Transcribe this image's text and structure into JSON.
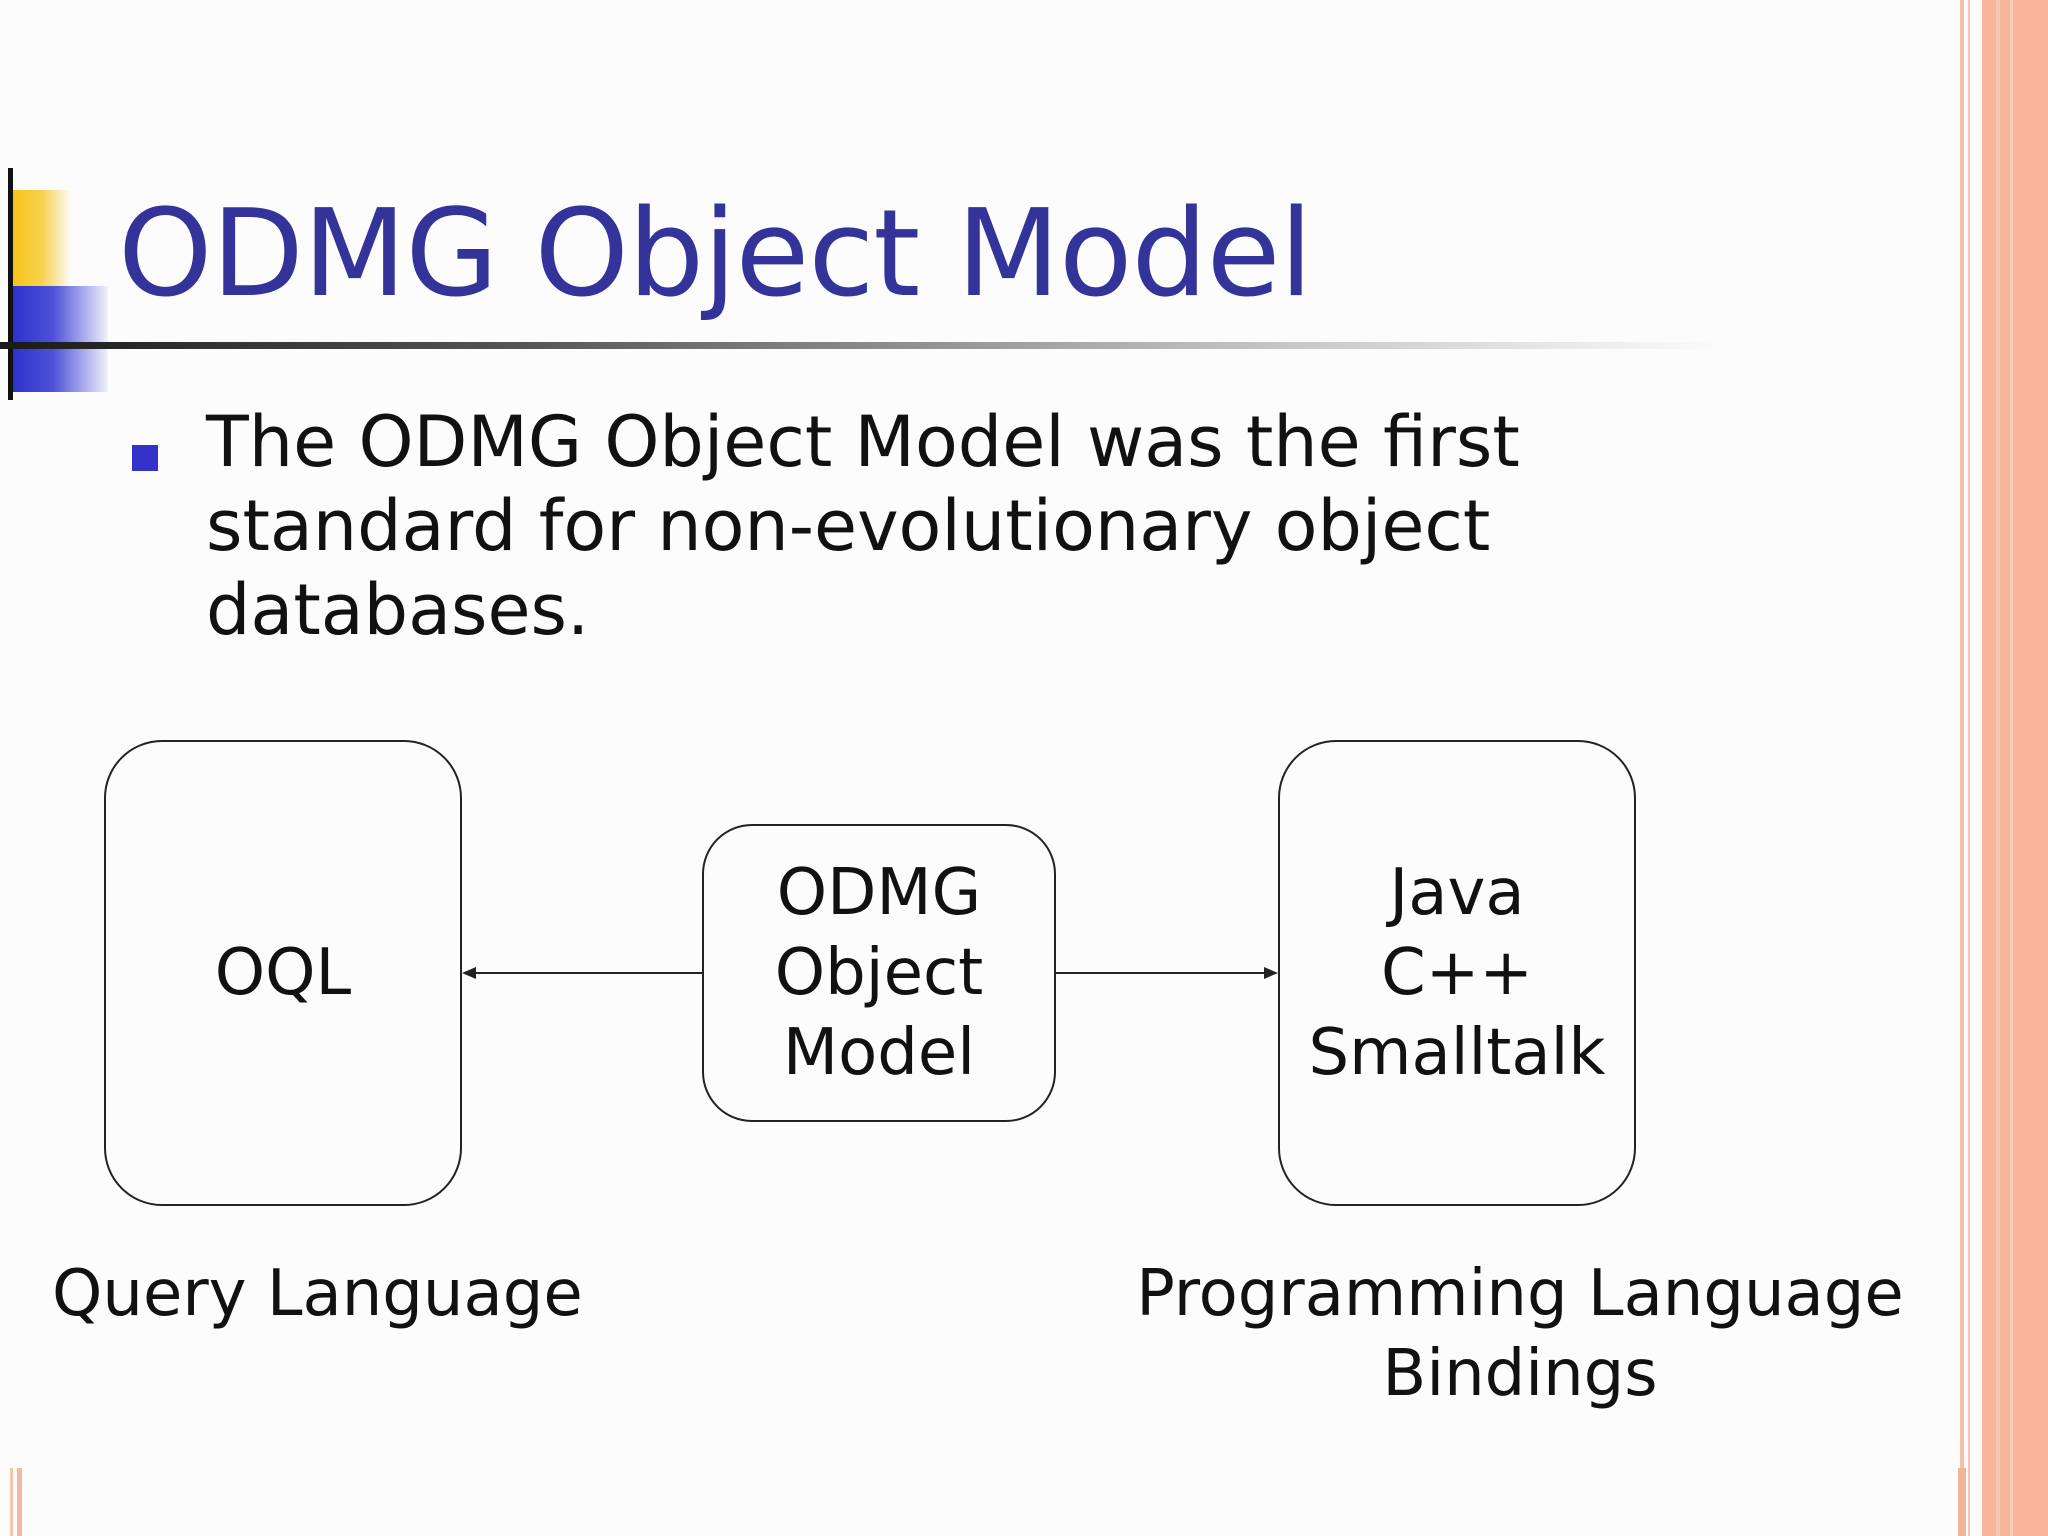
{
  "slide": {
    "title": "ODMG Object Model",
    "bullet": "The ODMG Object Model was the first standard for non-evolutionary object databases."
  },
  "diagram": {
    "left_box": {
      "label": "OQL"
    },
    "center_box": {
      "lines": [
        "ODMG",
        "Object",
        "Model"
      ]
    },
    "right_box": {
      "lines": [
        "Java",
        "C++",
        "Smalltalk"
      ]
    },
    "left_caption": "Query Language",
    "right_caption": [
      "Programming Language",
      "Bindings"
    ]
  },
  "colors": {
    "title": "#333399",
    "bullet": "#3333cc",
    "accent_yellow": "#f6c10f",
    "accent_blue": "#2b2ec8",
    "border_stripe": "#f8b59a"
  }
}
